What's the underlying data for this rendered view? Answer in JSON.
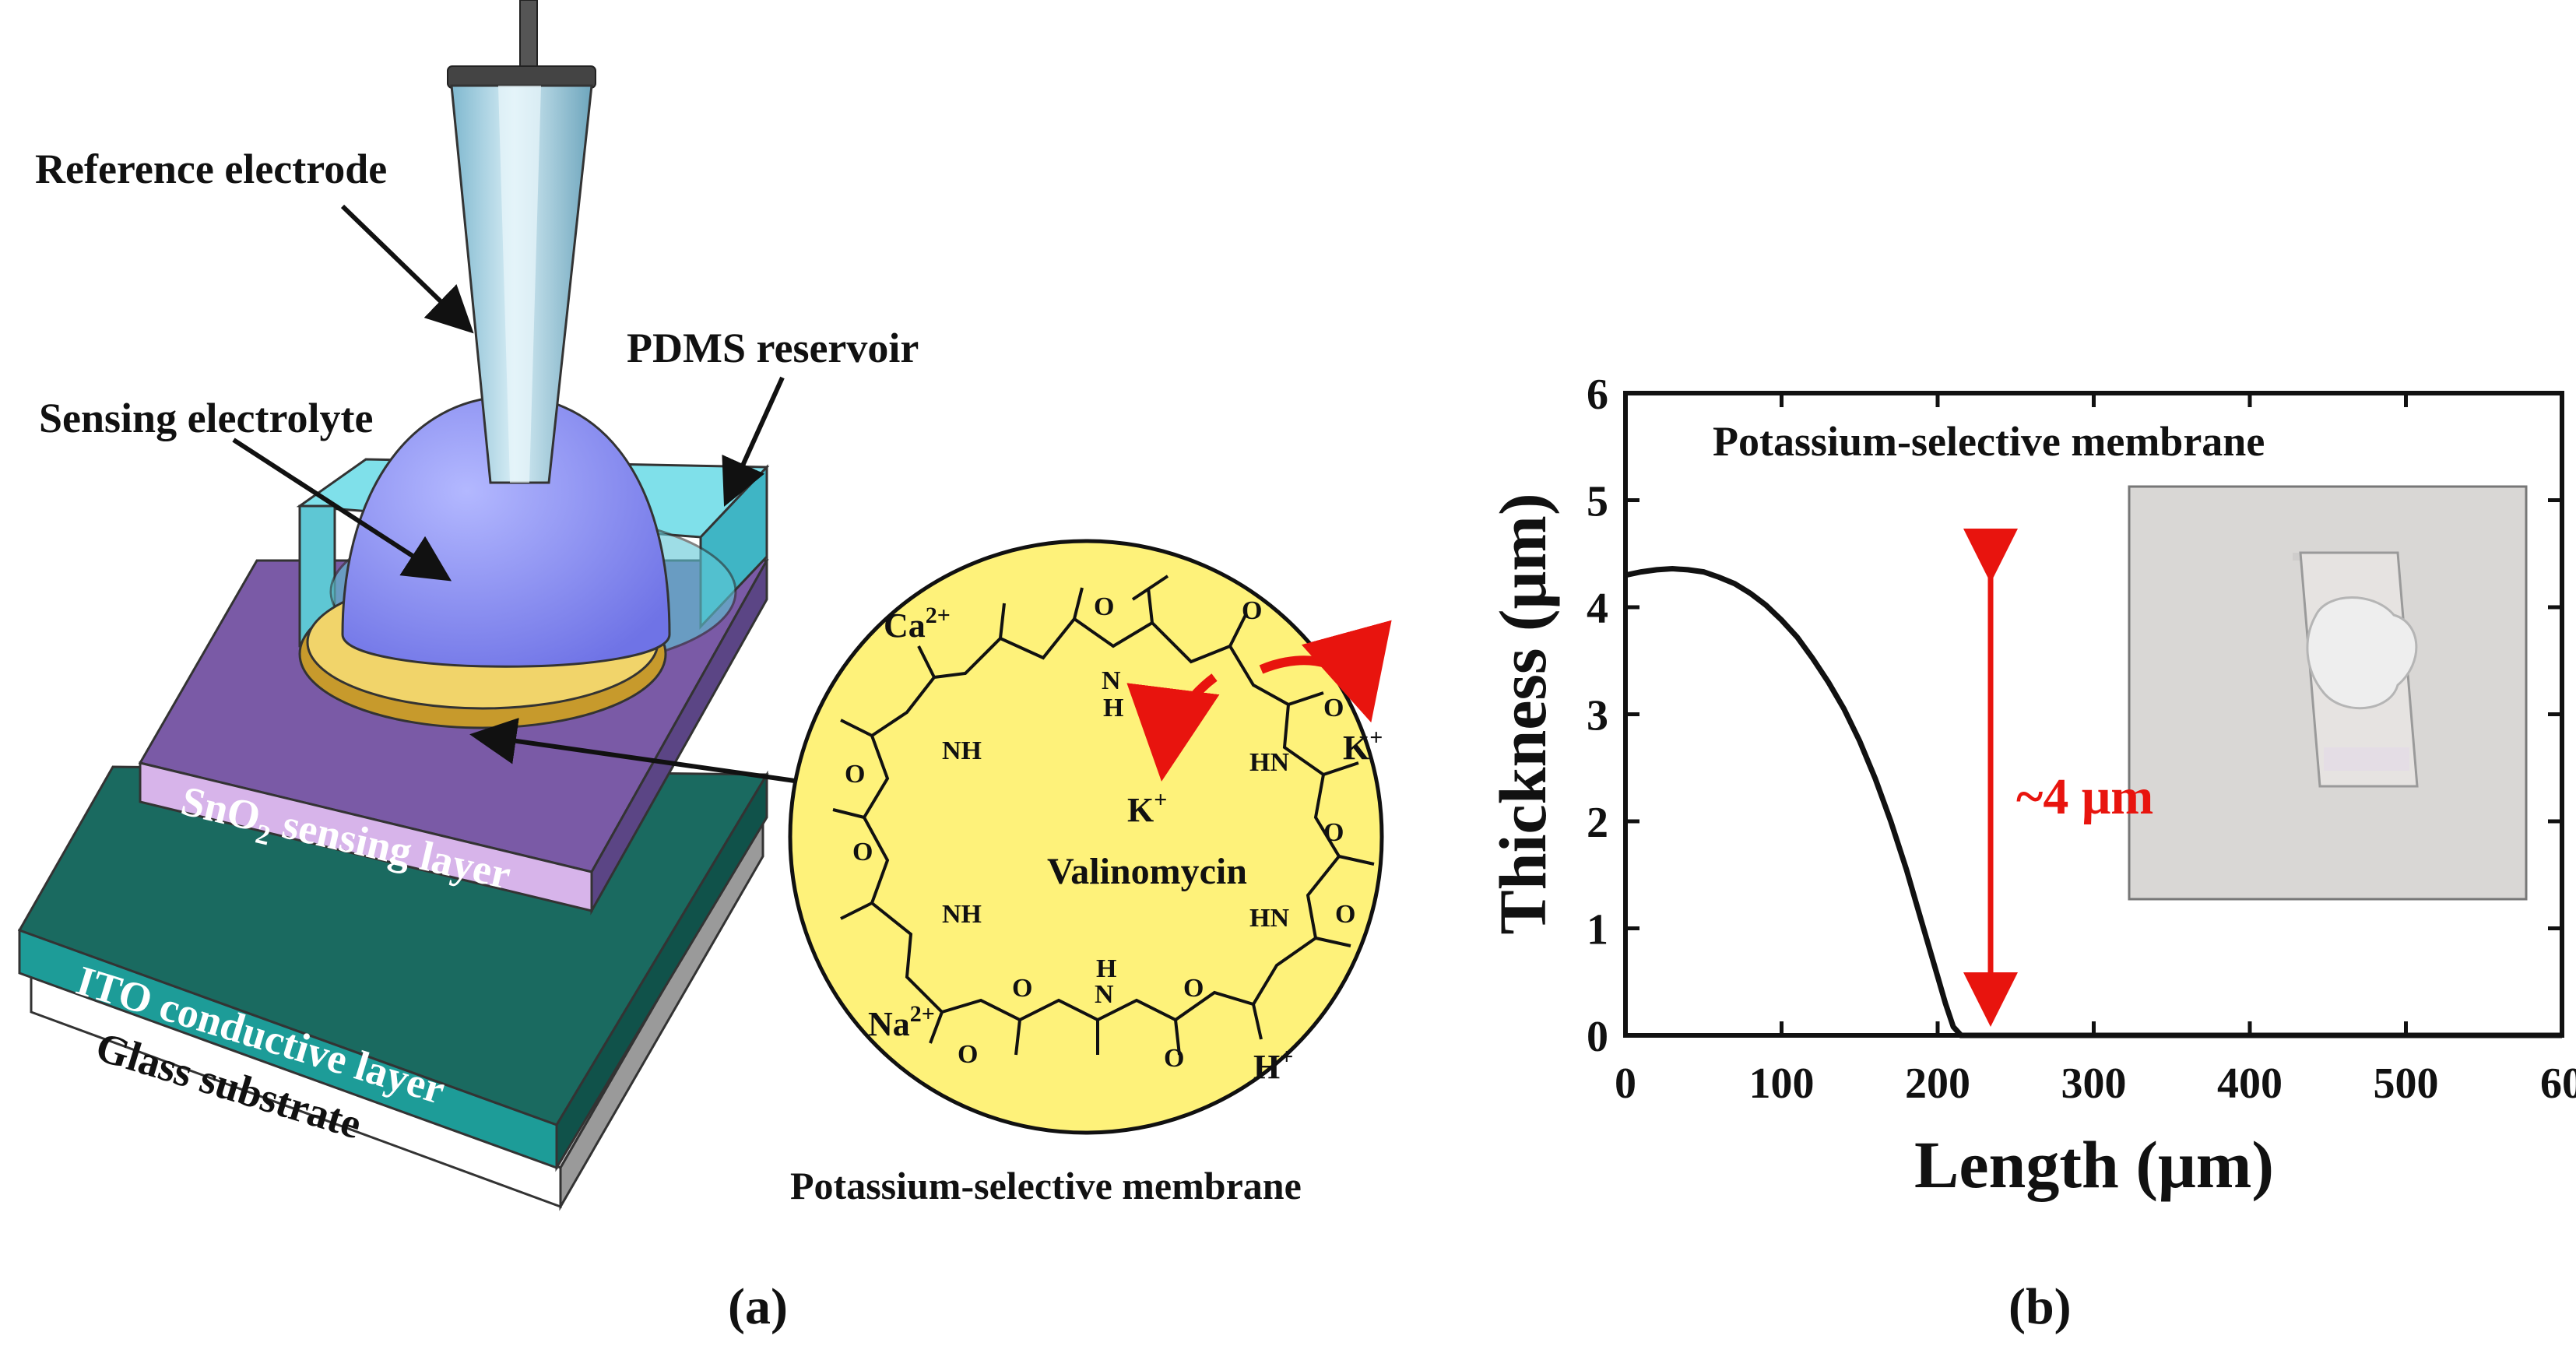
{
  "panel_a": {
    "labels": {
      "reference_electrode": "Reference electrode",
      "pdms_reservoir": "PDMS reservoir",
      "sensing_electrolyte": "Sensing electrolyte",
      "sno2_layer_prefix": "SnO",
      "sno2_layer_sub": "2",
      "sno2_layer_suffix": " sensing layer",
      "ito_layer": "ITO conductive layer",
      "glass_substrate": "Glass substrate",
      "membrane_caption": "Potassium-selective membrane"
    },
    "molecule": {
      "name": "Valinomycin",
      "ions": [
        {
          "base": "Ca",
          "charge": "2+"
        },
        {
          "base": "K",
          "charge": "+"
        },
        {
          "base": "K",
          "charge": "+"
        },
        {
          "base": "Na",
          "charge": "2+"
        },
        {
          "base": "H",
          "charge": "+"
        }
      ],
      "atoms": {
        "O": "O",
        "N": "N",
        "H": "H",
        "NH": "NH",
        "HN": "HN"
      }
    },
    "caption": "(a)"
  },
  "panel_b": {
    "caption": "(b)",
    "annotation": "~4 μm",
    "colors": {
      "curve": "#111111",
      "arrow": "#e8140e"
    }
  },
  "chart_data": {
    "type": "line",
    "title": "Potassium-selective membrane",
    "xlabel": "Length (μm)",
    "ylabel": "Thickness (μm)",
    "xlim": [
      0,
      600
    ],
    "ylim": [
      0,
      6
    ],
    "x_ticks": [
      "0",
      "100",
      "200",
      "300",
      "400",
      "500",
      "60"
    ],
    "y_ticks": [
      "0",
      "1",
      "2",
      "3",
      "4",
      "5",
      "6"
    ],
    "grid": false,
    "series": [
      {
        "x": [
          0,
          10,
          20,
          30,
          40,
          50,
          60,
          70,
          80,
          90,
          100,
          110,
          120,
          130,
          140,
          150,
          160,
          170,
          180,
          190,
          200,
          205,
          210,
          215,
          220,
          240,
          260,
          300,
          350,
          400,
          450,
          500,
          550,
          600
        ],
        "y": [
          4.3,
          4.33,
          4.35,
          4.36,
          4.35,
          4.33,
          4.28,
          4.22,
          4.13,
          4.02,
          3.88,
          3.72,
          3.52,
          3.3,
          3.05,
          2.75,
          2.4,
          2.0,
          1.55,
          1.05,
          0.55,
          0.3,
          0.08,
          0.0,
          0.0,
          0.0,
          0.0,
          0.0,
          0.0,
          0.0,
          0.0,
          0.0,
          0.0,
          0.0
        ]
      }
    ]
  }
}
